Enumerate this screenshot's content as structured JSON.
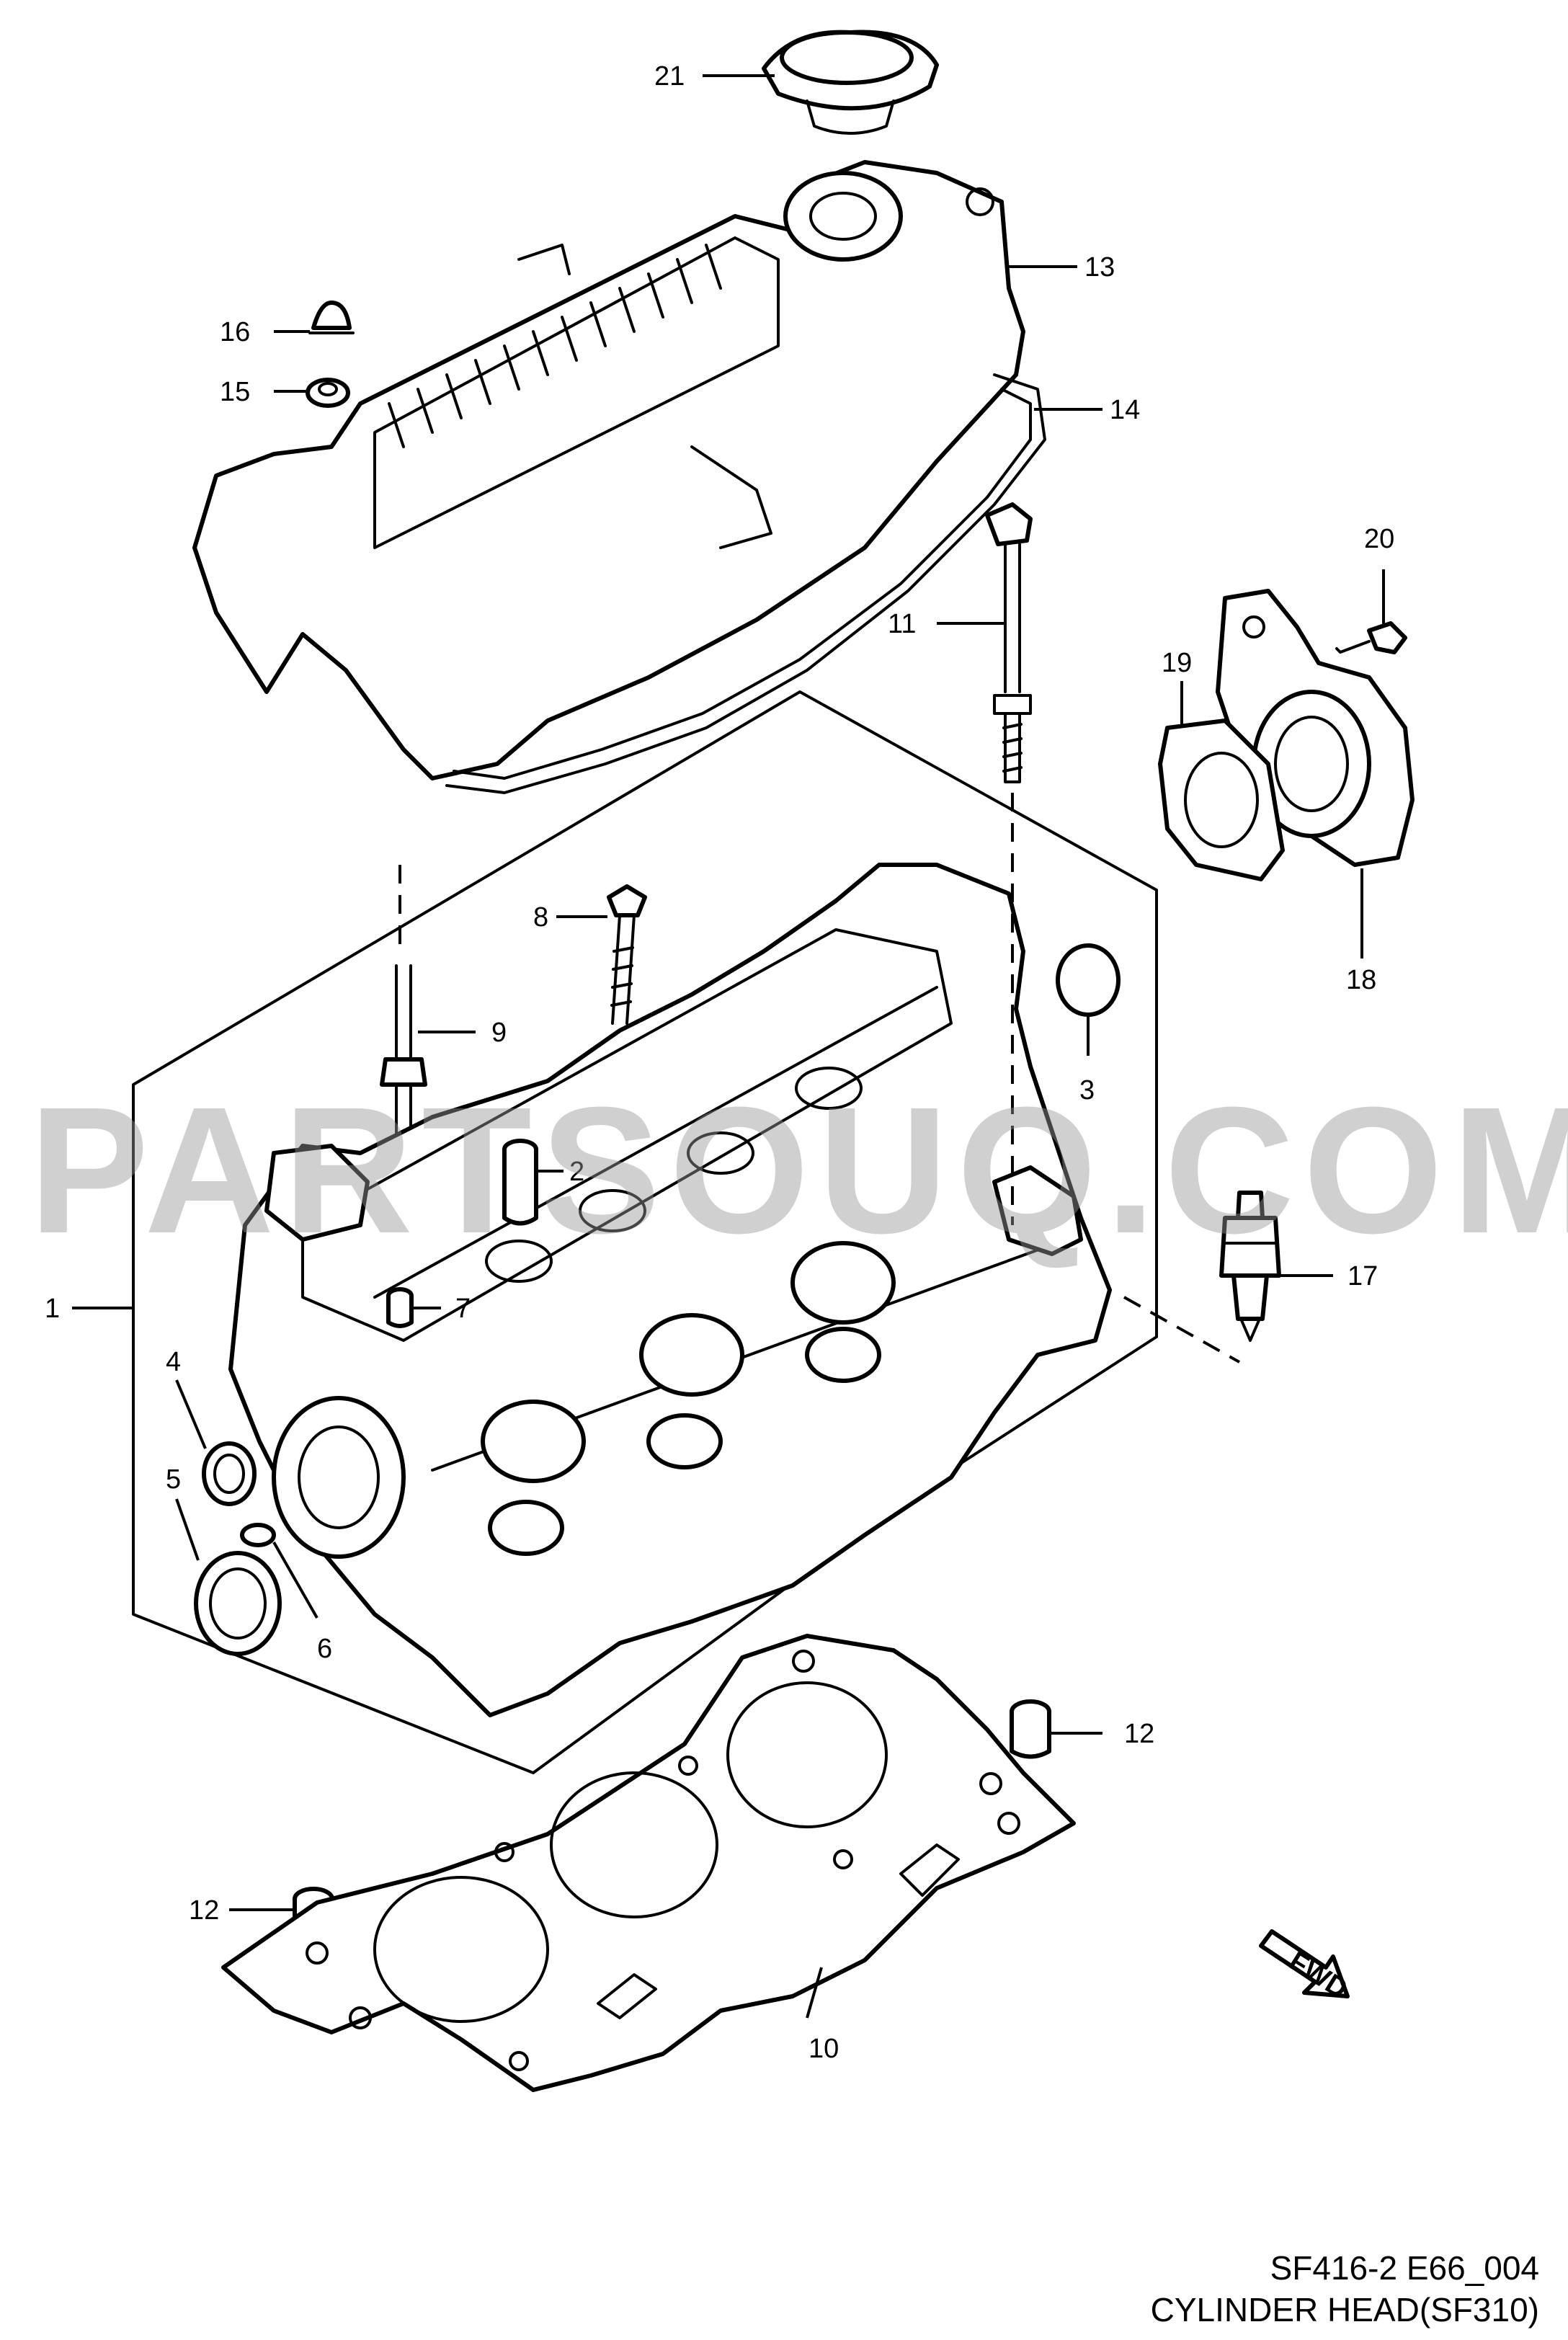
{
  "diagram": {
    "callouts": [
      "21",
      "13",
      "14",
      "16",
      "15",
      "20",
      "11",
      "19",
      "18",
      "8",
      "9",
      "3",
      "2",
      "17",
      "1",
      "7",
      "4",
      "5",
      "6",
      "12",
      "12",
      "10"
    ],
    "fwd_label": "FWD"
  },
  "watermark": "PARTSOUQ.COM",
  "caption": {
    "code": "SF416-2 E66_004",
    "title": "CYLINDER HEAD(SF310)"
  }
}
